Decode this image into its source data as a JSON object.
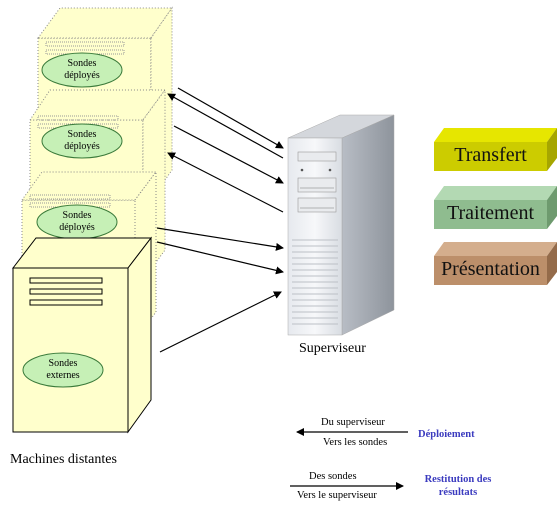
{
  "machines": {
    "probe_label_line1": "Sondes",
    "probe_label_line2_deployed": "déployés",
    "probe_label_line2_external": "externes",
    "caption": "Machines distantes"
  },
  "supervisor": {
    "caption": "Superviseur"
  },
  "layers": [
    {
      "label": "Transfert",
      "color": "#cccc00"
    },
    {
      "label": "Traitement",
      "color": "#8fbc8f"
    },
    {
      "label": "Présentation",
      "color": "#bc8f6a"
    }
  ],
  "legend": {
    "deploy_top": "Du superviseur",
    "deploy_bottom": "Vers les sondes",
    "deploy_title": "Déploiement",
    "results_top": "Des sondes",
    "results_bottom": "Vers le superviseur",
    "results_title_line1": "Restitution des",
    "results_title_line2": "résultats"
  },
  "colors": {
    "machine_fill": "#ffffcc",
    "ellipse_fill": "#c6f0b6",
    "legend_blue": "#3b3bbf"
  }
}
